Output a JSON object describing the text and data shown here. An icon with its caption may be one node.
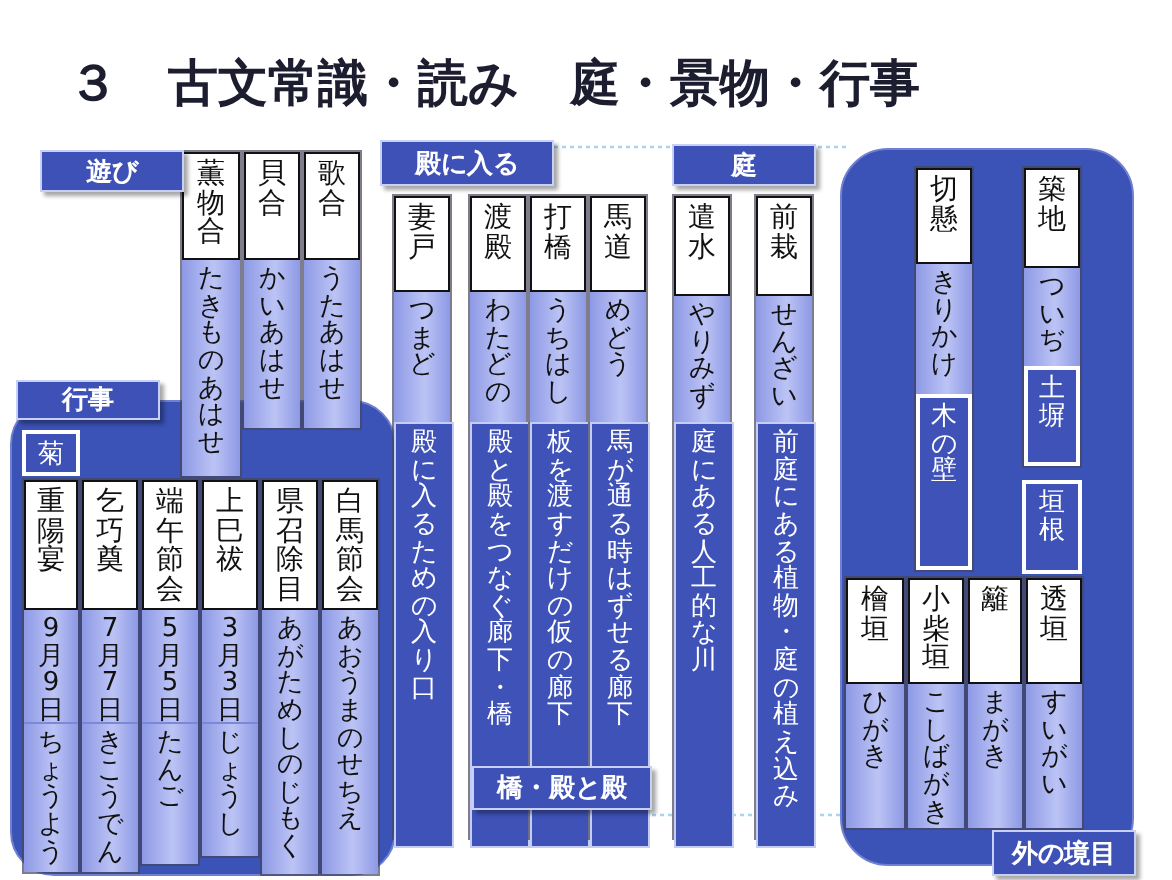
{
  "diagram": {
    "title": "３　古文常識・読み　庭・景物・行事",
    "nodes": [
      {
        "text": [
          "遊び"
        ]
      },
      {
        "text": [
          "薫物合",
          "たきものあはせ"
        ]
      },
      {
        "text": [
          "貝合",
          "かいあはせ"
        ]
      },
      {
        "text": [
          "歌合",
          "うたあはせ"
        ]
      },
      {
        "text": [
          "行事"
        ]
      },
      {
        "text": [],
        "shape": "box"
      },
      {
        "text": [
          "菊"
        ],
        "in": 5
      },
      {
        "text": [
          "重陽宴",
          "9月9日",
          "ちょうよう"
        ],
        "in": 5
      },
      {
        "text": [
          "乞巧奠",
          "7月7日",
          "きこうでん"
        ],
        "in": 5
      },
      {
        "text": [
          "端午節会",
          "5月5日",
          "たんご"
        ],
        "in": 5
      },
      {
        "text": [
          "上巳祓",
          "3月3日",
          "じょうし"
        ],
        "in": 5
      },
      {
        "text": [
          "県召除目",
          "あがためしのじもく"
        ],
        "in": 5
      },
      {
        "text": [
          "白馬節会",
          "あおうまのせちえ"
        ],
        "in": 5
      },
      {
        "text": [
          "殿に入る"
        ]
      },
      {
        "text": [
          "妻戸",
          "つまど",
          "殿に入るための入り口"
        ]
      },
      {
        "text": [
          "渡殿",
          "わたどの",
          "殿と殿をつなぐ廊下・橋"
        ]
      },
      {
        "text": [
          "打橋",
          "うちはし",
          "板を渡すだけの仮の廊下"
        ]
      },
      {
        "text": [
          "馬道",
          "めどう",
          "馬が通る時はずせる廊下"
        ]
      },
      {
        "text": [
          "橋・殿と殿"
        ]
      },
      {
        "text": [
          "庭"
        ]
      },
      {
        "text": [
          "遣水",
          "やりみず",
          "庭にある人工的な川"
        ]
      },
      {
        "text": [
          "前栽",
          "せんざい",
          "前庭にある植物・庭の植え込み"
        ]
      },
      {
        "text": [],
        "shape": "box"
      },
      {
        "text": [
          "切懸",
          "きりかけ",
          "木の壁"
        ],
        "in": 22
      },
      {
        "text": [
          "築地",
          "ついぢ",
          "土塀"
        ],
        "in": 22
      },
      {
        "text": [
          "垣根"
        ],
        "in": 22
      },
      {
        "text": [
          "檜垣",
          "ひがき"
        ],
        "in": 22
      },
      {
        "text": [
          "小柴垣",
          "こしばがき"
        ],
        "in": 22
      },
      {
        "text": [
          "籬",
          "まがき"
        ],
        "in": 22
      },
      {
        "text": [
          "透垣",
          "すいがい"
        ],
        "in": 22
      },
      {
        "text": [
          "外の境目"
        ]
      }
    ]
  }
}
